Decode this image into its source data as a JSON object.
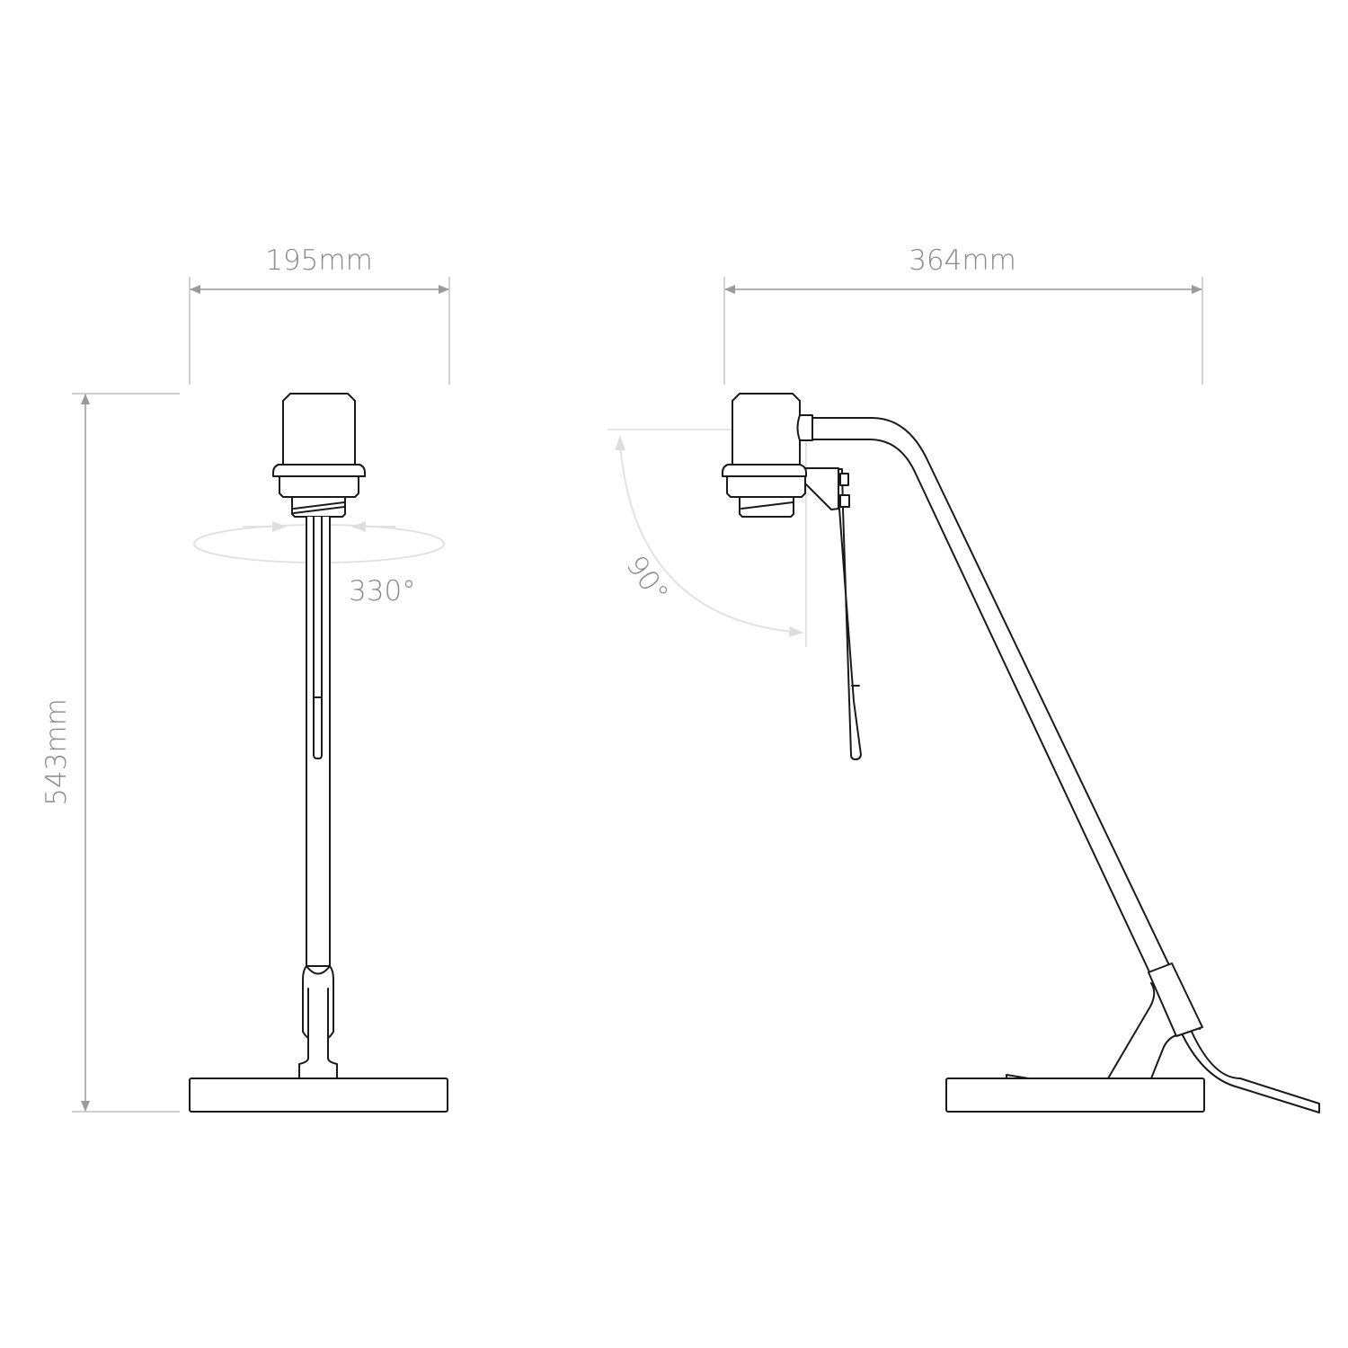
{
  "dimensions": {
    "front_width": "195mm",
    "side_width": "364mm",
    "height": "543mm",
    "rotation": "330°",
    "tilt": "90°"
  },
  "colors": {
    "line": "#1a1a1a",
    "dimension": "#9a9a9a",
    "annotation": "#e0e0e0"
  }
}
